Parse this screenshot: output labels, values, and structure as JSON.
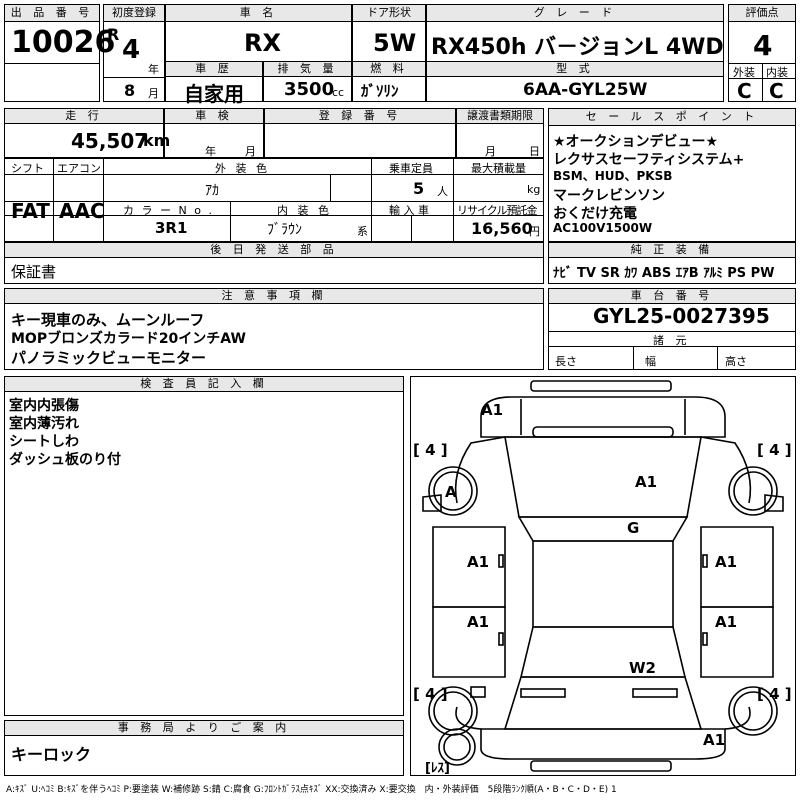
{
  "headers": {
    "lot_no": "出 品 番 号",
    "first_reg": "初度登録",
    "car_name": "車 名",
    "door": "ドア形状",
    "grade": "グ レ ー ド",
    "score": "評価点",
    "history": "車 歴",
    "displacement": "排 気 量",
    "fuel": "燃 料",
    "model": "型 式",
    "ext": "外装",
    "int": "内装",
    "mileage": "走 行",
    "inspection": "車 検",
    "reg_no": "登 録 番 号",
    "transfer_deadline": "譲渡書類期限",
    "shift": "シフト",
    "ac": "エアコン",
    "ext_color": "外 装 色",
    "capacity": "乗車定員",
    "max_load": "最大積載量",
    "color_no": "カ ラ ー N o .",
    "int_color": "内 装 色",
    "import": "輸 入 車",
    "recycle": "リサイクル預託金",
    "later_parts": "後 日 発 送 部 品",
    "sales_points": "セ ー ル ス ポ イ ン ト",
    "equipment": "純 正 装 備",
    "notes": "注 意 事 項 欄",
    "chassis": "車 台 番 号",
    "specs": "諸 元",
    "inspector": "検 査 員 記 入 欄",
    "office": "事 務 局 よ り ご 案 内"
  },
  "values": {
    "lot_no": "10026",
    "era": "R",
    "year": "4",
    "year_unit": "年",
    "month": "8",
    "month_unit": "月",
    "car_name": "RX",
    "door": "5W",
    "grade": "RX450h バ－ジョンL 4WD",
    "score": "4",
    "history": "自家用",
    "displacement": "3500",
    "displacement_unit": "cc",
    "fuel": "ｶﾞｿﾘﾝ",
    "model": "6AA-GYL25W",
    "ext_score": "C",
    "int_score": "C",
    "mileage": "45,507",
    "mileage_unit": "km",
    "insp_year": "年",
    "insp_month": "月",
    "transfer_month": "月",
    "transfer_day": "日",
    "shift": "FAT",
    "ac": "AAC",
    "ext_color": "ｱｶ",
    "capacity": "5",
    "capacity_unit": "人",
    "max_load_unit": "kg",
    "color_no": "3R1",
    "int_color": "ﾌﾞﾗｳﾝ",
    "int_color_suffix": "系",
    "recycle_fee": "16,560",
    "recycle_unit": "円",
    "later_parts": "保証書",
    "sales_points": [
      "★オークションデビュー★",
      "レクサスセーフティシステム+",
      "BSM、HUD、PKSB",
      "マークレビンソン",
      "おくだけ充電",
      "AC100V1500W"
    ],
    "equipment": "ﾅﾋﾞ TV SR ｶﾜ ABS ｴｱB ｱﾙﾐ PS PW",
    "notes": [
      "キー現車のみ、ムーンルーフ",
      "MOPブロンズカラード20インチAW",
      "パノラミックビューモニター"
    ],
    "chassis_no": "GYL25-0027395",
    "length_label": "長さ",
    "width_label": "幅",
    "height_label": "高さ",
    "inspector_notes": [
      "室内内張傷",
      "室内薄汚れ",
      "シートしわ",
      "ダッシュ板のり付"
    ],
    "office_note": "キーロック",
    "legend": "A:ｷｽﾞ U:ﾍｺﾐ B:ｷｽﾞを伴うﾍｺﾐ P:要塗装 W:補修跡 S:錆 C:腐食 G:ﾌﾛﾝﾄｶﾞﾗｽ点ｷｽﾞ XX:交換済み X:要交換　内・外装評価　5段階ﾗﾝｸ順(A・B・C・D・E) 1"
  },
  "diagram": {
    "tire_fl": "[ 4 ]",
    "tire_fr": "[ 4 ]",
    "tire_rl": "[ 4 ]",
    "tire_rr": "[ 4 ]",
    "spare": "[ﾚｽ]",
    "marks": [
      "A1",
      "A",
      "A1",
      "G",
      "A1",
      "A1",
      "A1",
      "A1",
      "W2",
      "A1"
    ]
  }
}
